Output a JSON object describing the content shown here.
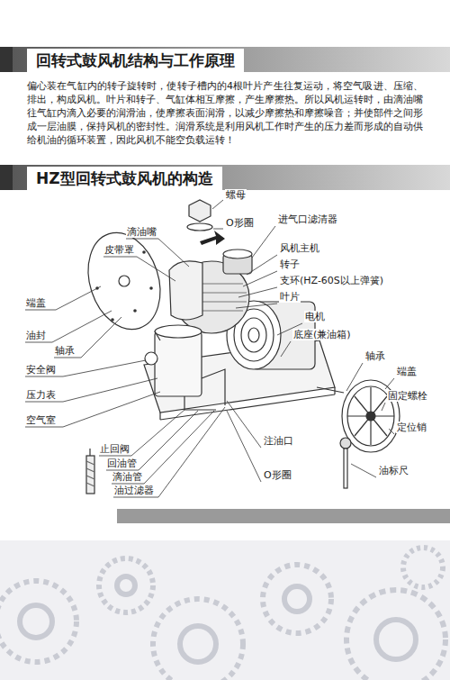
{
  "diagram": {
    "title": "回转式鼓风机结构与工作原理",
    "nodes": [
      {
        "text": [
          "HZ型回转式鼓风机的构造"
        ]
      }
    ],
    "labels": [
      "偏心装在气缸内的转子旋转时，使转子槽内的4根叶片产生往复运动，将空气吸进、压缩、排出，构成风机。叶片和转子、气缸体相互摩擦，产生摩擦热。所以风机运转时，由滴油嘴往气缸内滴入必要的润滑油，使摩擦表面润滑，以减少摩擦热和摩擦噪音；并使部件之间形成一层油膜，保持风机的密封性。润滑系统是利用风机工作时产生的压力差而形成的自动供给机油的循环装置，因此风机不能空负载运转！",
      "螺母",
      "O形圈",
      "进气口滤清器",
      "滴油嘴",
      "皮带罩",
      "风机主机",
      "转子",
      "支环(HZ-60S以上弹簧)",
      "叶片",
      "端盖",
      "电机",
      "油封",
      "底座(兼油箱)",
      "轴承",
      "安全阀",
      "轴承",
      "端盖",
      "压力表",
      "固定螺栓",
      "空气室",
      "定位销",
      "止回阀",
      "注油口",
      "回油管",
      "滴油管",
      "油过滤器",
      "O形圈",
      "油标尺"
    ]
  }
}
